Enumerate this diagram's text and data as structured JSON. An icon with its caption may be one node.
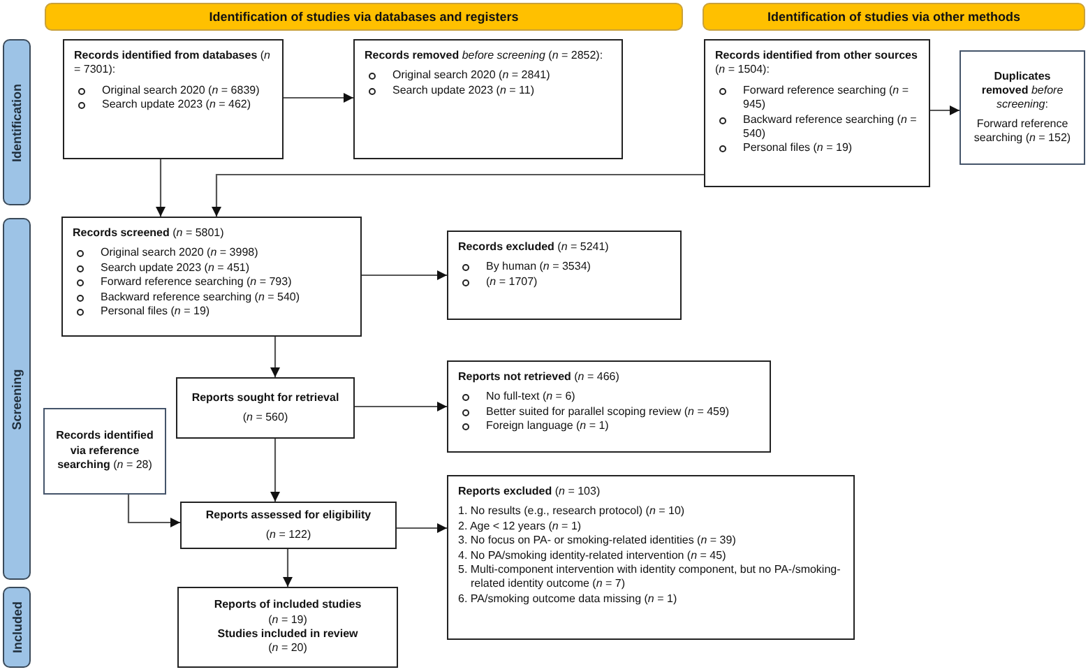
{
  "diagram": {
    "nodes": [
      {
        "text": [
          "Identification of studies via databases and registers"
        ]
      },
      {
        "text": [
          "Identification of studies via other methods"
        ]
      },
      {
        "text": [
          "Identification"
        ]
      },
      {
        "text": [
          "Screening"
        ]
      },
      {
        "text": [
          "Included"
        ]
      },
      {
        "text": [
          "**Records identified from databases** (*n* = 7301):",
          "Original search 2020 (*n* = 6839)",
          "Search update 2023 (*n* = 462)"
        ]
      },
      {
        "text": [
          "**Records removed** *before screening* (*n* = 2852):",
          "Original search 2020 (*n* = 2841)",
          "Search update 2023 (*n* = 11)"
        ]
      },
      {
        "text": [
          "**Records identified from other sources** (*n* = 1504):",
          "Forward reference searching (*n* = 945)",
          "Backward reference searching (*n* = 540)",
          "Personal files (*n* = 19)"
        ]
      },
      {
        "text": [
          "**Duplicates removed** *before screening*:",
          "Forward reference searching (*n* = 152)"
        ]
      },
      {
        "text": [
          "**Records screened** (*n* = 5801)",
          "Original search 2020 (*n* = 3998)",
          "Search update 2023 (*n* = 451)",
          "Forward reference searching (*n* = 793)",
          "Backward reference searching (*n* = 540)",
          "Personal files (*n* = 19)"
        ]
      },
      {
        "text": [
          "**Records excluded** (*n* = 5241)",
          "By human (*n* = 3534)",
          "(*n* = 1707)"
        ]
      },
      {
        "text": [
          "**Reports sought for retrieval**",
          "(*n* = 560)"
        ]
      },
      {
        "text": [
          "**Reports not retrieved** (*n* = 466)",
          "No full-text (*n* = 6)",
          "Better suited for parallel scoping review (*n* = 459)",
          "Foreign language (*n* = 1)"
        ]
      },
      {
        "text": [
          "**Records identified via reference searching** (*n* = 28)"
        ]
      },
      {
        "text": [
          "**Reports assessed for eligibility**",
          "(*n* = 122)"
        ]
      },
      {
        "text": [
          "**Reports excluded** (*n* = 103)",
          "1. No results (e.g., research protocol) (*n* = 10)",
          "2. Age < 12 years (*n* = 1)",
          "3. No focus on PA- or smoking-related identities (*n* = 39)",
          "4. No PA/smoking identity-related intervention (*n* = 45)",
          "5. Multi-component intervention with identity component, but no PA-/smoking-related identity outcome (*n* = 7)",
          "6. PA/smoking outcome data missing (*n* = 1)"
        ]
      },
      {
        "text": [
          "**Reports of included studies**",
          "(*n* = 19)",
          "**Studies included in review**",
          "(*n* = 20)"
        ]
      }
    ],
    "edges": [
      {
        "from": 5,
        "to": 6,
        "arrow": "to"
      },
      {
        "from": 5,
        "to": 9,
        "arrow": "to"
      },
      {
        "from": 7,
        "to": 9,
        "arrow": "to"
      },
      {
        "from": 7,
        "to": 8,
        "arrow": "to"
      },
      {
        "from": 9,
        "to": 10,
        "arrow": "to"
      },
      {
        "from": 9,
        "to": 11,
        "arrow": "to"
      },
      {
        "from": 11,
        "to": 12,
        "arrow": "to"
      },
      {
        "from": 11,
        "to": 14,
        "arrow": "to"
      },
      {
        "from": 13,
        "to": 14,
        "arrow": "to"
      },
      {
        "from": 14,
        "to": 15,
        "arrow": "to"
      },
      {
        "from": 14,
        "to": 16,
        "arrow": "to"
      }
    ]
  }
}
